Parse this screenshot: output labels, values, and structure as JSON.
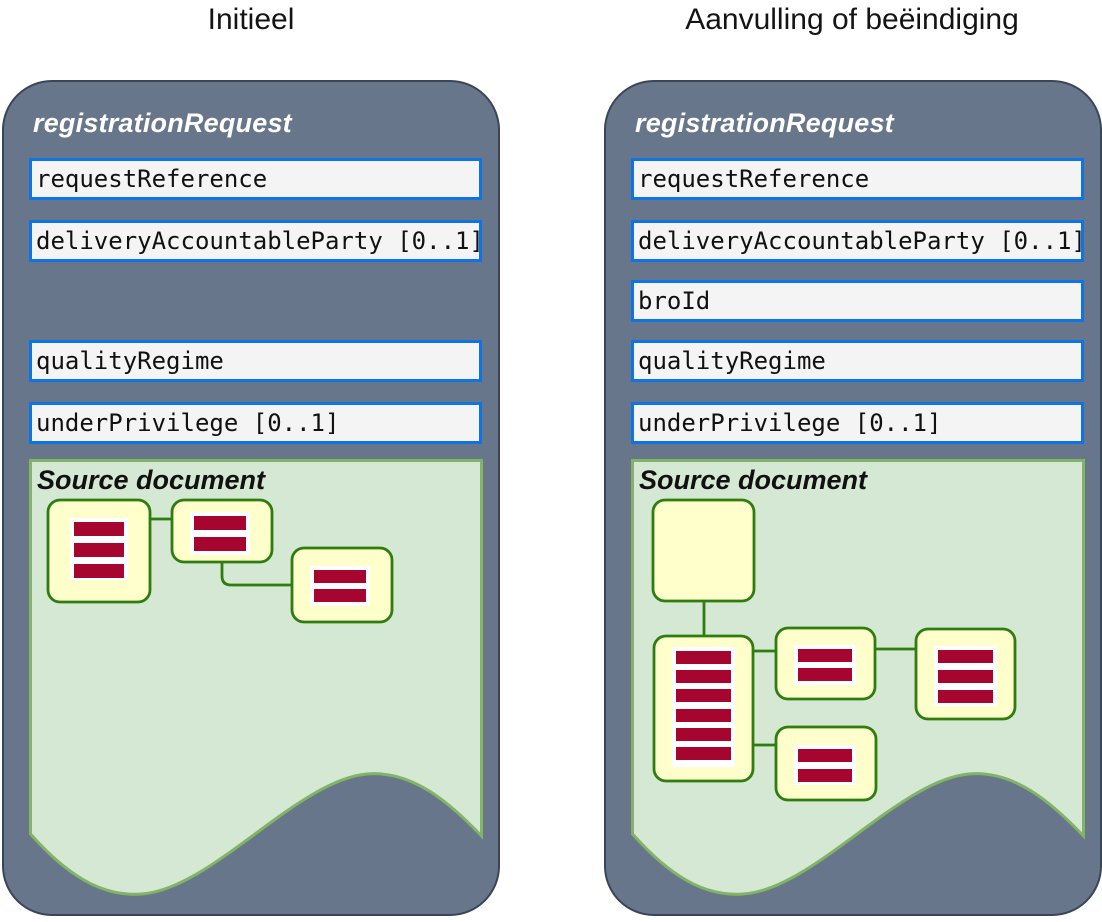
{
  "colors": {
    "panel_fill": "#67768a",
    "panel_border": "#3a4657",
    "field_fill": "#f4f4f4",
    "field_border": "#0e74e6",
    "green_area_fill": "#d5e8d4",
    "green_area_border": "#82b366",
    "document_node_fill": "#ffffcc",
    "document_node_border": "#2e7d0e",
    "text_bar_color": "#a5052f",
    "header_text_color": "#ffffff",
    "body_text_color": "#111111"
  },
  "columns": [
    {
      "title": "Initieel",
      "panel": {
        "header": "registrationRequest",
        "fields": [
          {
            "label": "requestReference"
          },
          {
            "label": "deliveryAccountableParty [0..1]"
          },
          {
            "label": "qualityRegime"
          },
          {
            "label": "underPrivilege [0..1]"
          }
        ],
        "source_document": {
          "title": "Source document",
          "nodes": [
            {
              "id": "doc-left",
              "text_bars": 3
            },
            {
              "id": "doc-top-middle",
              "text_bars": 2
            },
            {
              "id": "doc-lower-right",
              "text_bars": 2
            }
          ]
        }
      }
    },
    {
      "title": "Aanvulling of beëindiging",
      "panel": {
        "header": "registrationRequest",
        "fields": [
          {
            "label": "requestReference"
          },
          {
            "label": "deliveryAccountableParty [0..1]"
          },
          {
            "label": "broId"
          },
          {
            "label": "qualityRegime"
          },
          {
            "label": "underPrivilege [0..1]"
          }
        ],
        "source_document": {
          "title": "Source document",
          "nodes": [
            {
              "id": "doc-empty",
              "text_bars": 0
            },
            {
              "id": "doc-tall",
              "text_bars": 6
            },
            {
              "id": "doc-mid-top",
              "text_bars": 2
            },
            {
              "id": "doc-right",
              "text_bars": 3
            },
            {
              "id": "doc-mid-bottom",
              "text_bars": 2
            }
          ]
        }
      }
    }
  ]
}
